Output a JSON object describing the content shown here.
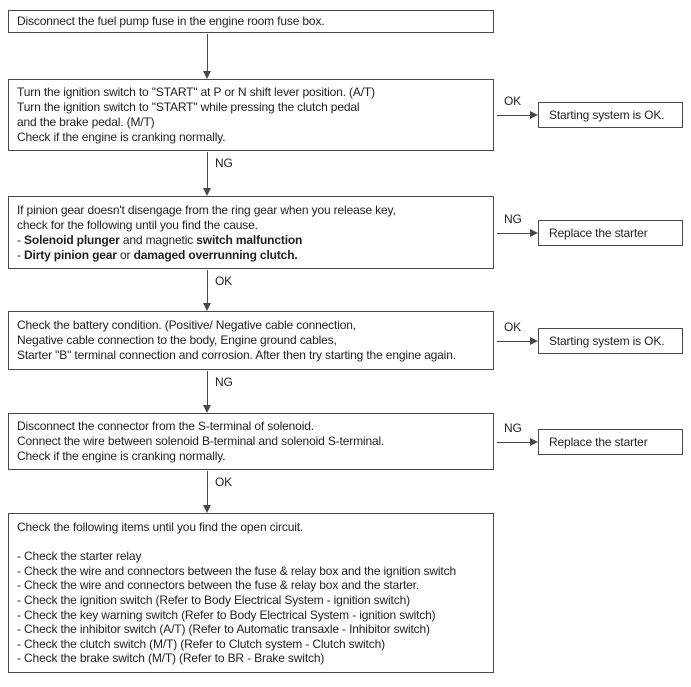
{
  "palette": {
    "background": "#ffffff",
    "ink": "#1f1f1f",
    "line": "#474747"
  },
  "steps": [
    {
      "lines": [
        [
          {
            "t": "Disconnect the fuel pump fuse in the engine room fuse box.",
            "b": false
          }
        ]
      ],
      "down_label": ""
    },
    {
      "lines": [
        [
          {
            "t": "Turn the ignition switch to \"START\" at P or N shift lever position. (A/T)",
            "b": false
          }
        ],
        [
          {
            "t": "Turn the ignition switch to \"START\" while pressing the clutch pedal",
            "b": false
          }
        ],
        [
          {
            "t": "and the brake pedal. (M/T)",
            "b": false
          }
        ],
        [
          {
            "t": "Check if the engine is cranking normally.",
            "b": false
          }
        ]
      ],
      "down_label": "NG",
      "side": {
        "arrow_label": "OK",
        "result": "Starting system is OK."
      }
    },
    {
      "lines": [
        [
          {
            "t": "If pinion gear doesn't disengage from the ring gear when you release key,",
            "b": false
          }
        ],
        [
          {
            "t": "check for the following until you find the cause.",
            "b": false
          }
        ],
        [
          {
            "t": "- ",
            "b": false
          },
          {
            "t": "Solenoid plunger",
            "b": true
          },
          {
            "t": " and magnetic ",
            "b": false
          },
          {
            "t": "switch malfunction",
            "b": true
          }
        ],
        [
          {
            "t": "- ",
            "b": false
          },
          {
            "t": "Dirty pinion gear",
            "b": true
          },
          {
            "t": " or ",
            "b": false
          },
          {
            "t": "damaged overrunning clutch.",
            "b": true
          }
        ]
      ],
      "down_label": "OK",
      "side": {
        "arrow_label": "NG",
        "result": "Replace the starter"
      }
    },
    {
      "lines": [
        [
          {
            "t": "Check the battery condition. (Positive/ Negative cable connection,",
            "b": false
          }
        ],
        [
          {
            "t": "Negative cable connection to the body, Engine ground cables,",
            "b": false
          }
        ],
        [
          {
            "t": "Starter \"B\" terminal connection and corrosion. After then try starting the engine again.",
            "b": false
          }
        ]
      ],
      "down_label": "NG",
      "side": {
        "arrow_label": "OK",
        "result": "Starting system is OK."
      }
    },
    {
      "lines": [
        [
          {
            "t": "Disconnect the connector from the S-terminal of solenoid.",
            "b": false
          }
        ],
        [
          {
            "t": "Connect the wire between solenoid B-terminal and solenoid S-terminal.",
            "b": false
          }
        ],
        [
          {
            "t": "Check if the engine is cranking normally.",
            "b": false
          }
        ]
      ],
      "down_label": "OK",
      "side": {
        "arrow_label": "NG",
        "result": "Replace the starter"
      }
    },
    {
      "lines": [
        [
          {
            "t": "Check the following items until you find the open circuit.",
            "b": false
          }
        ],
        [],
        [
          {
            "t": "- Check the starter relay",
            "b": false
          }
        ],
        [
          {
            "t": "- Check the wire and connectors between the fuse & relay box and the ignition switch",
            "b": false
          }
        ],
        [
          {
            "t": "- Check the wire and connectors between the fuse & relay box and the starter.",
            "b": false
          }
        ],
        [
          {
            "t": "- Check the ignition switch (Refer to Body Electrical System - ignition switch)",
            "b": false
          }
        ],
        [
          {
            "t": "- Check the key warning switch (Refer to Body Electrical System - ignition switch)",
            "b": false
          }
        ],
        [
          {
            "t": "- Check the inhibitor switch (A/T) (Refer to Automatic transaxle - Inhibitor switch)",
            "b": false
          }
        ],
        [
          {
            "t": "- Check the clutch switch (M/T) (Refer to Clutch system - Clutch switch)",
            "b": false
          }
        ],
        [
          {
            "t": "- Check the brake switch (M/T) (Refer to BR - Brake switch)",
            "b": false
          }
        ]
      ]
    }
  ]
}
